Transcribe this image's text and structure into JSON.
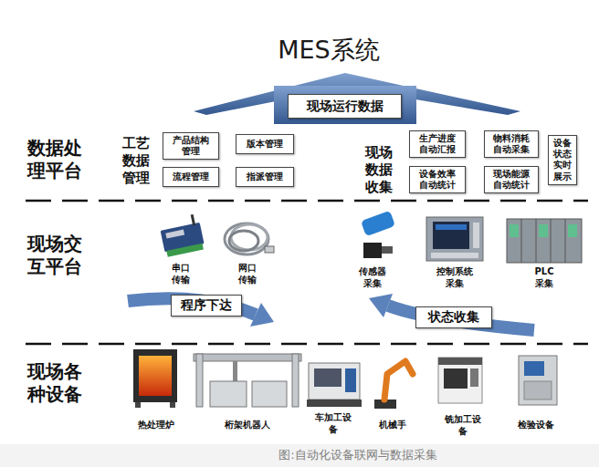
{
  "diagram": {
    "title": "MES系统",
    "caption": "图:自动化设备联网与数据采集",
    "nodes": [
      {
        "text": [
          "现场运行数据"
        ]
      },
      {
        "text": [
          "产品结构管理"
        ]
      },
      {
        "text": [
          "版本管理"
        ]
      },
      {
        "text": [
          "流程管理"
        ]
      },
      {
        "text": [
          "指派管理"
        ]
      },
      {
        "text": [
          "生产进度自动汇报"
        ]
      },
      {
        "text": [
          "物料消耗自动采集"
        ]
      },
      {
        "text": [
          "设备效率自动统计"
        ]
      },
      {
        "text": [
          "现场能源自动统计"
        ]
      },
      {
        "text": [
          "设备状态实时展示"
        ]
      },
      {
        "text": [
          "程序下达"
        ]
      },
      {
        "text": [
          "状态收集"
        ]
      }
    ],
    "labels": [
      "数据处理平台",
      "工艺数据管理",
      "现场数据收集",
      "现场交互平台",
      "串口传输",
      "网口传输",
      "传感器采集",
      "控制系统采集",
      "PLC采集",
      "现场各种设备",
      "热处理炉",
      "桁架机器人",
      "车加工设备",
      "机械手",
      "铣加工设备",
      "检验设备"
    ]
  }
}
